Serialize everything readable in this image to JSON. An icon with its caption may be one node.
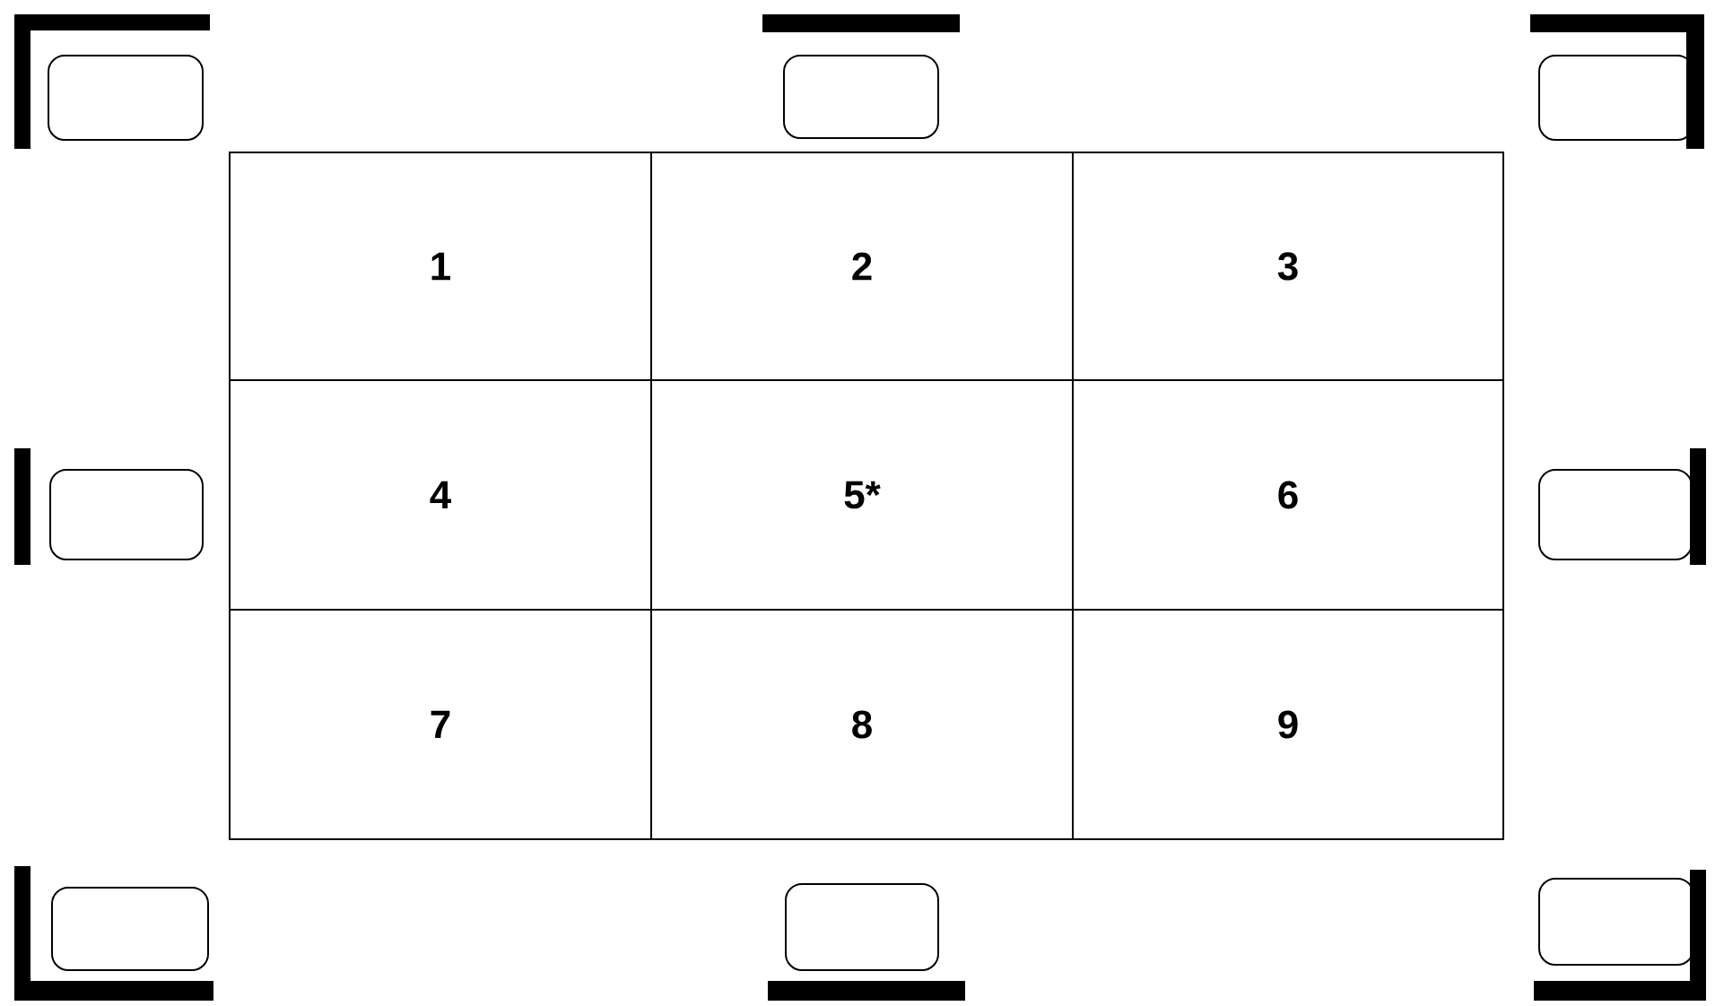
{
  "diagram": {
    "nodes": [
      {
        "text": [
          "1"
        ]
      },
      {
        "text": [
          "2"
        ]
      },
      {
        "text": [
          "3"
        ]
      },
      {
        "text": [
          "4"
        ]
      },
      {
        "text": [
          "5*"
        ]
      },
      {
        "text": [
          "6"
        ]
      },
      {
        "text": [
          "7"
        ]
      },
      {
        "text": [
          "8"
        ]
      },
      {
        "text": [
          "9"
        ]
      },
      {
        "text": [],
        "shape": "box"
      },
      {
        "text": [],
        "shape": "box"
      },
      {
        "text": [],
        "shape": "box"
      },
      {
        "text": [],
        "shape": "box"
      },
      {
        "text": [],
        "shape": "box"
      },
      {
        "text": [],
        "shape": "box"
      },
      {
        "text": [],
        "shape": "box"
      },
      {
        "text": [],
        "shape": "box"
      }
    ]
  }
}
